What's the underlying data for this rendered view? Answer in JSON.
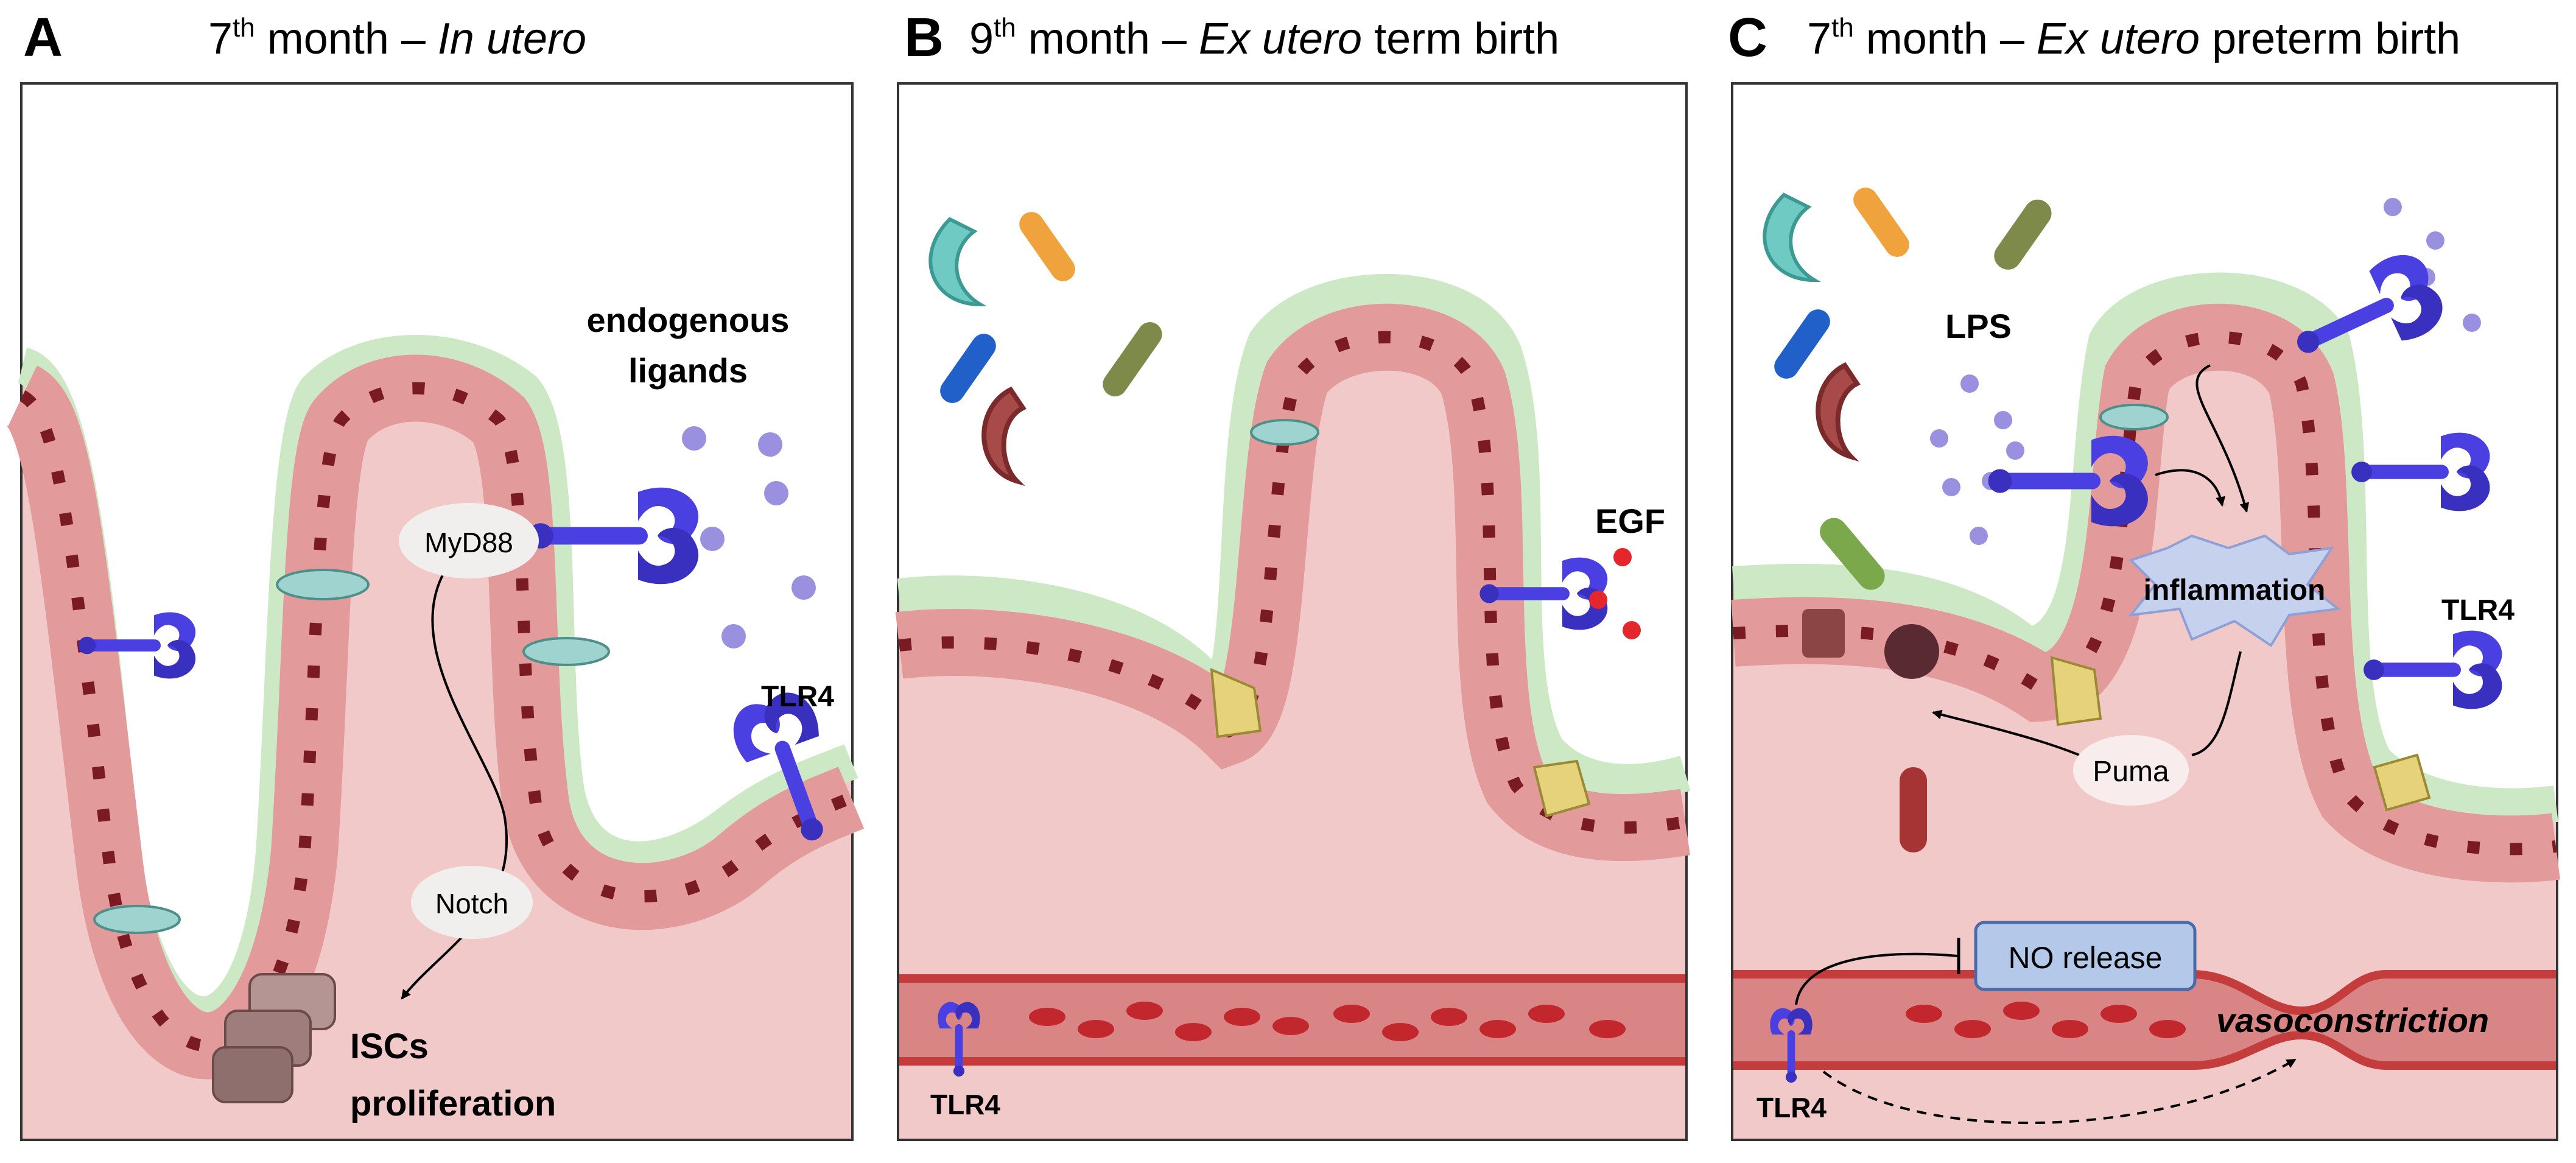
{
  "panels": [
    {
      "letter": "A",
      "title_parts": [
        "7",
        "th",
        " month – ",
        "In utero"
      ],
      "labels": {
        "endogenous_line1": "endogenous",
        "endogenous_line2": "ligands",
        "myd88": "MyD88",
        "notch": "Notch",
        "iscs_line1": "ISCs",
        "iscs_line2": "proliferation",
        "tlr4": "TLR4"
      }
    },
    {
      "letter": "B",
      "title_parts": [
        "9",
        "th",
        " month – ",
        "Ex utero",
        " term birth"
      ],
      "labels": {
        "egf": "EGF",
        "tlr4": "TLR4"
      }
    },
    {
      "letter": "C",
      "title_parts": [
        "7",
        "th",
        " month – ",
        "Ex utero",
        " preterm birth"
      ],
      "labels": {
        "lps": "LPS",
        "inflammation": "inflammation",
        "tlr4_epi": "TLR4",
        "puma": "Puma",
        "no_release": "NO release",
        "vasoconstriction": "vasoconstriction",
        "tlr4_vessel": "TLR4"
      }
    }
  ],
  "colors": {
    "tissue": "#f2c9c9",
    "mucus": "#cde8c5",
    "epithelium": "#e39a9a",
    "nucleus": "#7a1a22",
    "receptor": "#4a3fe0",
    "ligand": "#9a90e0",
    "vessel": "#c43c3c",
    "vessel_inner": "#d98585",
    "rbc": "#c2272d",
    "egf": "#e5262c",
    "no_box": "#b4c8ea"
  }
}
